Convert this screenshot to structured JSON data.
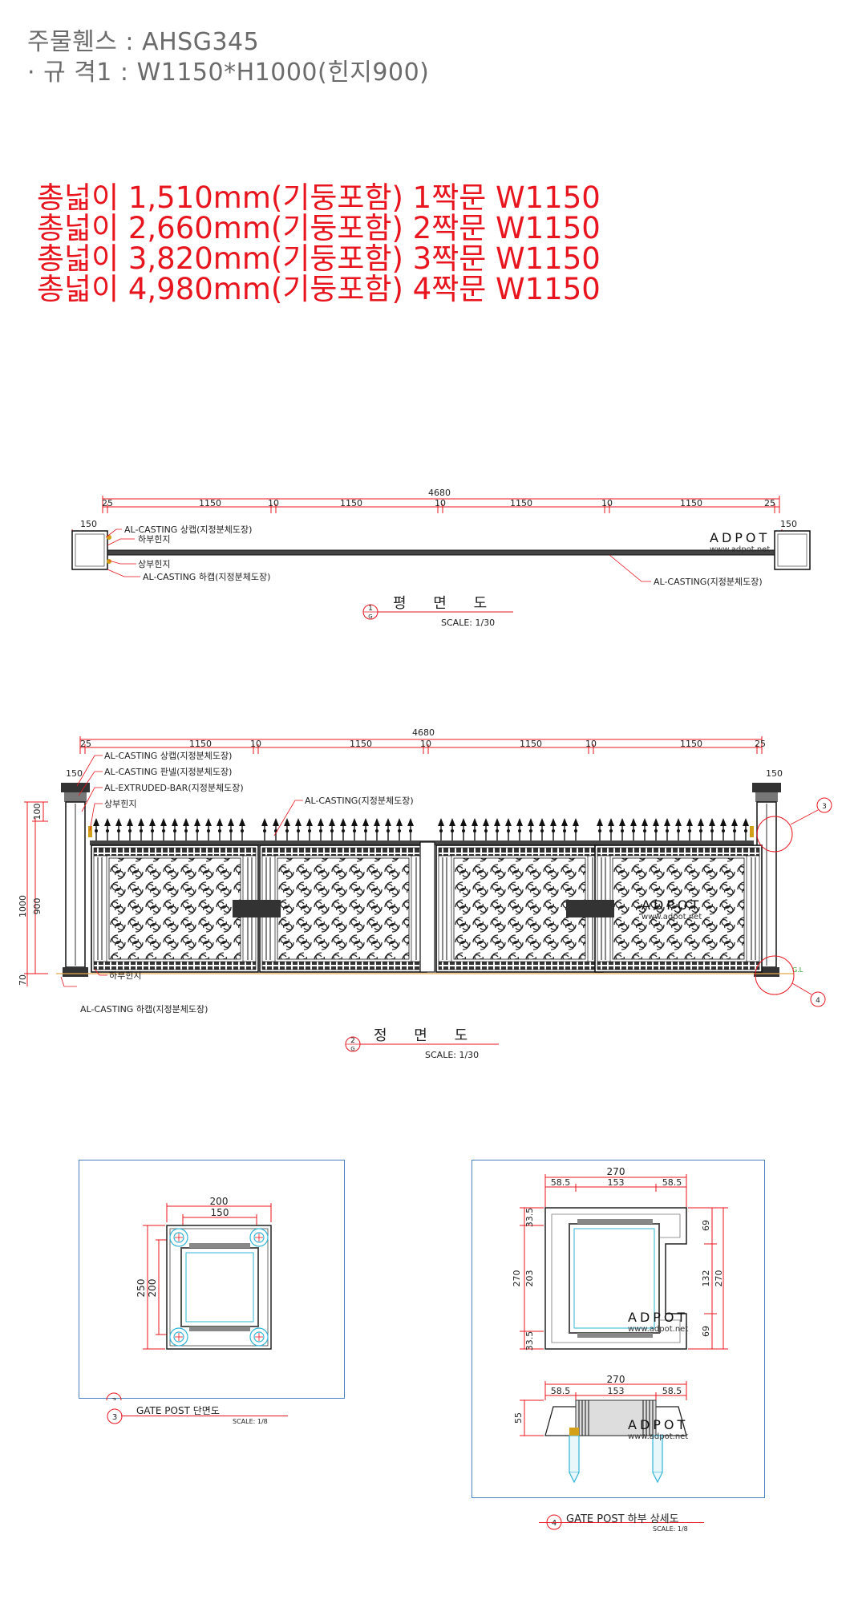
{
  "header": {
    "product_title": "주물휀스 : AHSG345",
    "spec_line": "· 규 격1 : W1150*H1000(힌지900)"
  },
  "width_notes": [
    "총넓이 1,510mm(기둥포함) 1짝문 W1150",
    "총넓이 2,660mm(기둥포함) 2짝문 W1150",
    "총넓이 3,820mm(기둥포함) 3짝문 W1150",
    "총넓이 4,980mm(기둥포함) 4짝문 W1150"
  ],
  "watermark": {
    "brand": "ADPOT",
    "url": "www.adpot.net"
  },
  "plan_view": {
    "total": "4680",
    "segments": [
      "25",
      "1150",
      "10",
      "1150",
      "10",
      "1150",
      "10",
      "1150",
      "25"
    ],
    "post_width": "150",
    "labels": {
      "top_cap": "AL-CASTING 상캡(지정분체도장)",
      "lower_hinge": "하부힌지",
      "upper_hinge": "상부힌지",
      "bottom_cap": "AL-CASTING 하캡(지정분체도장)",
      "casting": "AL-CASTING(지정분체도장)"
    },
    "callout_num": "1",
    "callout_sub": "G",
    "title": "평 면 도",
    "scale": "SCALE: 1/30"
  },
  "front_view": {
    "total": "4680",
    "segments": [
      "25",
      "1150",
      "10",
      "1150",
      "10",
      "1150",
      "10",
      "1150",
      "25"
    ],
    "post_width": "150",
    "heights": {
      "h100": "100",
      "h1000": "1000",
      "h900": "900",
      "h70": "70"
    },
    "labels": {
      "top_cap": "AL-CASTING 상캡(지정분체도장)",
      "panel": "AL-CASTING 판넬(지정분체도장)",
      "bar": "AL-EXTRUDED-BAR(지정분체도장)",
      "upper_hinge": "상부힌지",
      "casting": "AL-CASTING(지정분체도장)",
      "lower_hinge": "하부힌지",
      "bottom_cap": "AL-CASTING 하캡(지정분체도장)",
      "ground": "G.L"
    },
    "detail_refs": [
      "3",
      "4"
    ],
    "callout_num": "2",
    "callout_sub": "G",
    "title": "정 면 도",
    "scale": "SCALE: 1/30"
  },
  "detail_section": {
    "dims": {
      "w200": "200",
      "w150": "150",
      "h250": "250",
      "h200": "200"
    },
    "callout_num": "3",
    "title": "GATE POST 단면도",
    "scale": "SCALE: 1/8"
  },
  "detail_bottom": {
    "dims": {
      "w270": "270",
      "a": "58.5",
      "b": "153",
      "c": "58.5",
      "v1": "33.5",
      "v2": "203",
      "v3": "33.5",
      "vh": "270",
      "r1": "69",
      "r2": "132",
      "r3": "69",
      "rh": "270",
      "w270b": "270",
      "ab": "58.5",
      "bb": "153",
      "cb": "58.5",
      "h55": "55"
    },
    "callout_num": "4",
    "title": "GATE POST 하부 상세도",
    "scale": "SCALE: 1/8"
  }
}
